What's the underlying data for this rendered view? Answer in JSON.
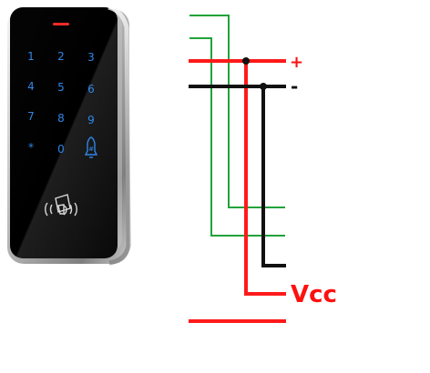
{
  "keypad": {
    "keys": [
      "1",
      "2",
      "3",
      "4",
      "5",
      "6",
      "7",
      "8",
      "9",
      "*",
      "0",
      "bell-icon"
    ]
  },
  "labels": {
    "plus": "+",
    "minus": "-",
    "vcc": "Vcc"
  },
  "colors": {
    "red": "#ff1a1a",
    "black": "#111111",
    "green": "#21a33a",
    "key_blue": "#2f86e8"
  }
}
